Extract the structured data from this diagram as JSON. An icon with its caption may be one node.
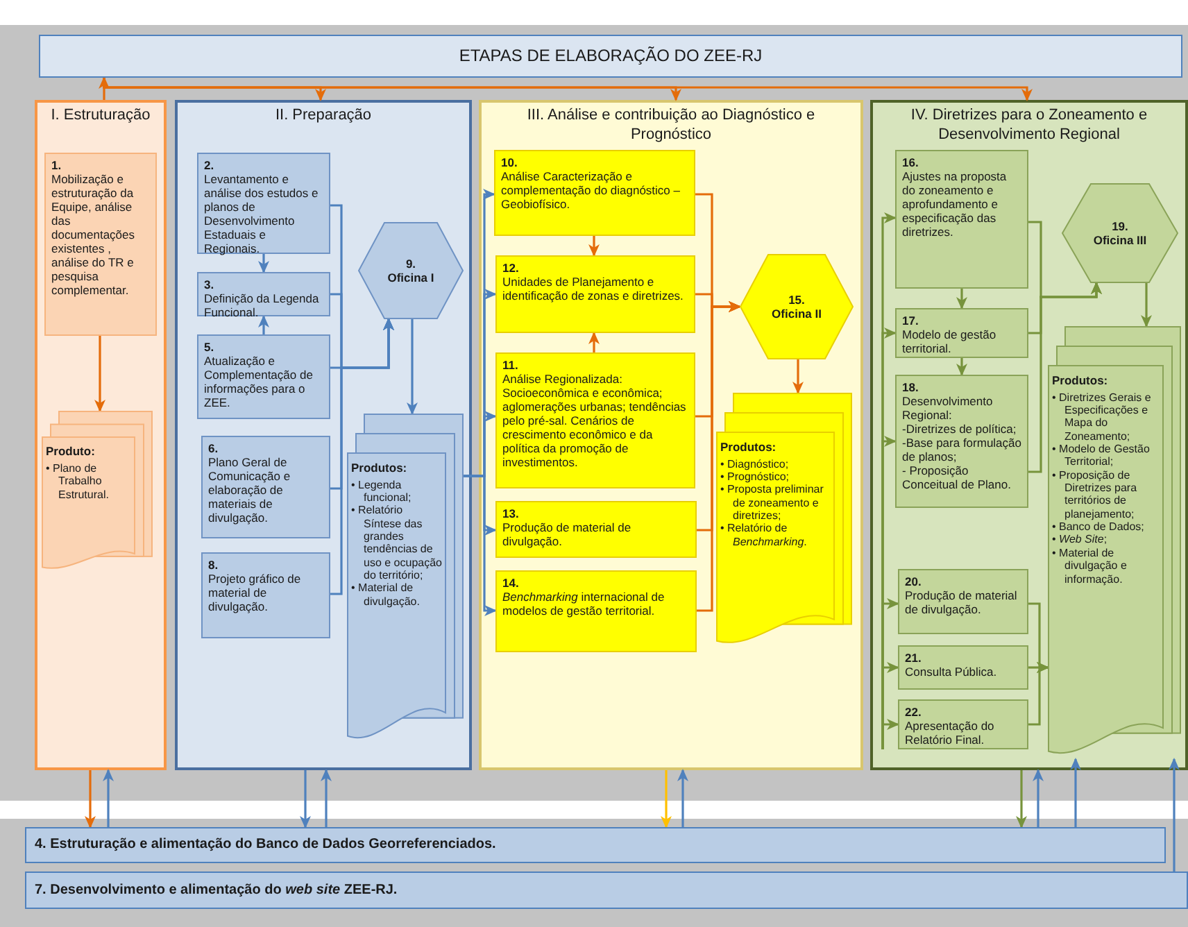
{
  "diagram": {
    "nodes": [
      {
        "text": [
          "ETAPAS DE ELABORAÇÃO DO ZEE-RJ"
        ]
      },
      {
        "text": [
          "I. Estruturação"
        ]
      },
      {
        "text": [
          "1.",
          "Mobilização e estruturação da Equipe, análise das documentações existentes , análise do TR e pesquisa complementar."
        ],
        "in": 1
      },
      {
        "text": [
          "Produto:",
          "• Plano de Trabalho Estrutural."
        ],
        "in": 1
      },
      {
        "text": [
          "II. Preparação"
        ]
      },
      {
        "text": [
          "2.",
          "Levantamento e análise dos estudos e planos de Desenvolvimento Estaduais e Regionais."
        ],
        "in": 4
      },
      {
        "text": [
          "3.",
          "Definição da Legenda Funcional."
        ],
        "in": 4
      },
      {
        "text": [
          "5.",
          "Atualização e Complementação de informações para o ZEE."
        ],
        "in": 4
      },
      {
        "text": [
          "6.",
          "Plano Geral de Comunicação e elaboração de materiais de divulgação."
        ],
        "in": 4
      },
      {
        "text": [
          "8.",
          "Projeto gráfico de material de divulgação."
        ],
        "in": 4
      },
      {
        "text": [
          "9.",
          "Oficina I"
        ],
        "in": 4
      },
      {
        "text": [
          "Produtos:",
          "• Legenda funcional;",
          "• Relatório Síntese das grandes tendências de uso e ocupação do território;",
          "• Material de divulgação."
        ],
        "in": 4
      },
      {
        "text": [
          "III. Análise e contribuição ao Diagnóstico e Prognóstico"
        ]
      },
      {
        "text": [
          "10.",
          "Análise Caracterização e complementação do diagnóstico – Geobiofísico."
        ],
        "in": 12
      },
      {
        "text": [
          "12.",
          "Unidades de Planejamento e identificação de zonas e diretrizes."
        ],
        "in": 12
      },
      {
        "text": [
          "11.",
          "Análise Regionalizada: Socioeconômica e econômica; aglomerações urbanas; tendências pelo pré-sal. Cenários de crescimento econômico e da política da promoção de investimentos."
        ],
        "in": 12
      },
      {
        "text": [
          "13.",
          "Produção de material de divulgação."
        ],
        "in": 12
      },
      {
        "text": [
          "14.",
          "*Benchmarking* internacional de modelos de gestão territorial."
        ],
        "in": 12
      },
      {
        "text": [
          "15.",
          "Oficina II"
        ],
        "in": 12
      },
      {
        "text": [
          "Produtos:",
          "• Diagnóstico;",
          "• Prognóstico;",
          "• Proposta preliminar de zoneamento e diretrizes;",
          "• Relatório de *Benchmarking*."
        ],
        "in": 12
      },
      {
        "text": [
          "IV. Diretrizes para o Zoneamento e Desenvolvimento Regional"
        ]
      },
      {
        "text": [
          "16.",
          "Ajustes na proposta do zoneamento e aprofundamento e especificação das diretrizes."
        ],
        "in": 20
      },
      {
        "text": [
          "17.",
          "Modelo de gestão territorial."
        ],
        "in": 20
      },
      {
        "text": [
          "18.",
          "Desenvolvimento Regional:",
          "-Diretrizes de política;",
          "-Base para formulação de planos;",
          "- Proposição Conceitual de Plano."
        ],
        "in": 20
      },
      {
        "text": [
          "20.",
          "Produção de material de divulgação."
        ],
        "in": 20
      },
      {
        "text": [
          "21.",
          "Consulta Pública."
        ],
        "in": 20
      },
      {
        "text": [
          "22.",
          "Apresentação do Relatório Final."
        ],
        "in": 20
      },
      {
        "text": [
          "19.",
          "Oficina III"
        ],
        "in": 20
      },
      {
        "text": [
          "Produtos:",
          "• Diretrizes Gerais e Especificações e Mapa do Zoneamento;",
          "• Modelo de Gestão Territorial;",
          "• Proposição de Diretrizes para territórios de planejamento;",
          "• Banco de Dados;",
          "• *Web Site*;",
          "• Material de divulgação e informação."
        ],
        "in": 20
      },
      {
        "text": [
          "4. Estruturação e alimentação do Banco de Dados Georreferenciados."
        ]
      },
      {
        "text": [
          "7. Desenvolvimento e alimentação do *web site* ZEE-RJ."
        ]
      }
    ],
    "edges": [
      {
        "from": 1,
        "to": 0,
        "arrow": "to",
        "color": "#e46c0a"
      },
      {
        "from": 0,
        "to": 4,
        "arrow": "to",
        "color": "#e46c0a"
      },
      {
        "from": 0,
        "to": 12,
        "arrow": "to",
        "color": "#e46c0a"
      },
      {
        "from": 0,
        "to": 20,
        "arrow": "to",
        "color": "#e46c0a"
      },
      {
        "from": 2,
        "to": 3,
        "arrow": "to",
        "color": "#e46c0a"
      },
      {
        "from": 5,
        "to": 6,
        "arrow": "to",
        "color": "#4f81bd"
      },
      {
        "from": 7,
        "to": 6,
        "arrow": "to",
        "color": "#4f81bd"
      },
      {
        "from": 5,
        "to": 10,
        "arrow": "to",
        "color": "#4f81bd"
      },
      {
        "from": 6,
        "to": 10,
        "arrow": "to",
        "color": "#4f81bd"
      },
      {
        "from": 7,
        "to": 10,
        "arrow": "to",
        "color": "#4f81bd"
      },
      {
        "from": 8,
        "to": 10,
        "arrow": "to",
        "color": "#4f81bd"
      },
      {
        "from": 9,
        "to": 10,
        "arrow": "to",
        "color": "#4f81bd"
      },
      {
        "from": 10,
        "to": 11,
        "arrow": "to",
        "color": "#4f81bd"
      },
      {
        "from": 13,
        "to": 14,
        "arrow": "to",
        "color": "#e46c0a"
      },
      {
        "from": 15,
        "to": 14,
        "arrow": "to",
        "color": "#e46c0a"
      },
      {
        "from": 13,
        "to": 18,
        "arrow": "to",
        "color": "#e46c0a"
      },
      {
        "from": 14,
        "to": 18,
        "arrow": "to",
        "color": "#e46c0a"
      },
      {
        "from": 15,
        "to": 18,
        "arrow": "to",
        "color": "#e46c0a"
      },
      {
        "from": 16,
        "to": 18,
        "arrow": "to",
        "color": "#e46c0a"
      },
      {
        "from": 17,
        "to": 18,
        "arrow": "to",
        "color": "#e46c0a"
      },
      {
        "from": 18,
        "to": 19,
        "arrow": "to",
        "color": "#e46c0a"
      },
      {
        "from": 11,
        "to": 13,
        "arrow": "to",
        "color": "#4f81bd"
      },
      {
        "from": 11,
        "to": 14,
        "arrow": "to",
        "color": "#4f81bd"
      },
      {
        "from": 11,
        "to": 15,
        "arrow": "to",
        "color": "#4f81bd"
      },
      {
        "from": 11,
        "to": 16,
        "arrow": "to",
        "color": "#4f81bd"
      },
      {
        "from": 11,
        "to": 17,
        "arrow": "to",
        "color": "#4f81bd"
      },
      {
        "from": null,
        "to": 21,
        "arrow": "to",
        "color": "#77933c"
      },
      {
        "from": null,
        "to": 22,
        "arrow": "to",
        "color": "#77933c"
      },
      {
        "from": null,
        "to": 23,
        "arrow": "to",
        "color": "#77933c"
      },
      {
        "from": null,
        "to": 24,
        "arrow": "to",
        "color": "#77933c"
      },
      {
        "from": null,
        "to": 25,
        "arrow": "to",
        "color": "#77933c"
      },
      {
        "from": null,
        "to": 26,
        "arrow": "to",
        "color": "#77933c"
      },
      {
        "from": 21,
        "to": 22,
        "arrow": "to",
        "color": "#77933c"
      },
      {
        "from": 22,
        "to": 23,
        "arrow": "to",
        "color": "#77933c"
      },
      {
        "from": 21,
        "to": 27,
        "arrow": "to",
        "color": "#77933c"
      },
      {
        "from": 22,
        "to": 27,
        "arrow": "to",
        "color": "#77933c"
      },
      {
        "from": 23,
        "to": 27,
        "arrow": "to",
        "color": "#77933c"
      },
      {
        "from": 27,
        "to": 28,
        "arrow": "to",
        "color": "#77933c"
      },
      {
        "from": 24,
        "to": 28,
        "arrow": "to",
        "color": "#77933c"
      },
      {
        "from": 25,
        "to": 28,
        "arrow": "to",
        "color": "#77933c"
      },
      {
        "from": 26,
        "to": 28,
        "arrow": "to",
        "color": "#77933c"
      },
      {
        "from": 1,
        "to": 29,
        "arrow": "to",
        "color": "#e46c0a"
      },
      {
        "from": 29,
        "to": 1,
        "arrow": "to",
        "color": "#4f81bd"
      },
      {
        "from": 4,
        "to": 29,
        "arrow": "to",
        "color": "#4f81bd"
      },
      {
        "from": 29,
        "to": 4,
        "arrow": "to",
        "color": "#4f81bd"
      },
      {
        "from": 12,
        "to": 29,
        "arrow": "to",
        "color": "#ffc000"
      },
      {
        "from": 29,
        "to": 12,
        "arrow": "to",
        "color": "#4f81bd"
      },
      {
        "from": 20,
        "to": 29,
        "arrow": "to",
        "color": "#77933c"
      },
      {
        "from": 29,
        "to": 20,
        "arrow": "to",
        "color": "#4f81bd"
      },
      {
        "from": 29,
        "to": 28,
        "arrow": "to",
        "color": "#4f81bd"
      },
      {
        "from": 30,
        "to": 28,
        "arrow": "to",
        "color": "#4f81bd"
      }
    ]
  }
}
